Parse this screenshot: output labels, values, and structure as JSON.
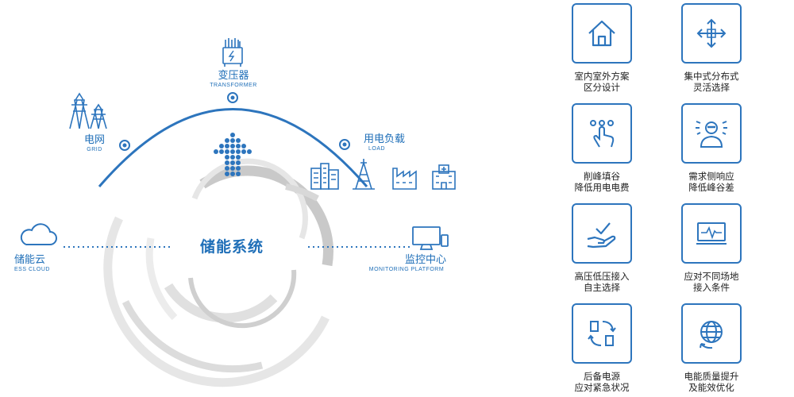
{
  "colors": {
    "primary": "#1f6fb8",
    "arc": "#2d75bd",
    "ring_light": "#e4e4e4",
    "ring_dark": "#c4c4c4",
    "text_dark": "#222222"
  },
  "center": {
    "title": "储能系统"
  },
  "nodes": {
    "grid": {
      "zh": "电网",
      "en": "GRID",
      "icon": "power-tower-icon"
    },
    "transformer": {
      "zh": "变压器",
      "en": "TRANSFORMER",
      "icon": "transformer-icon"
    },
    "load": {
      "zh": "用电负载",
      "en": "LOAD",
      "icon": "buildings-icon"
    },
    "cloud": {
      "zh": "储能云",
      "en": "ESS CLOUD",
      "icon": "cloud-icon"
    },
    "monitor": {
      "zh": "监控中心",
      "en": "MONITORING PLATFORM",
      "icon": "monitor-icon"
    }
  },
  "features": [
    {
      "icon": "house-icon",
      "line1": "室内室外方案",
      "line2": "区分设计"
    },
    {
      "icon": "arrows-expand-icon",
      "line1": "集中式分布式",
      "line2": "灵活选择"
    },
    {
      "icon": "touch-icon",
      "line1": "削峰填谷",
      "line2": "降低用电电费"
    },
    {
      "icon": "person-icon",
      "line1": "需求侧响应",
      "line2": "降低峰谷差"
    },
    {
      "icon": "hand-check-icon",
      "line1": "高压低压接入",
      "line2": "自主选择"
    },
    {
      "icon": "waveform-monitor-icon",
      "line1": "应对不同场地",
      "line2": "接入条件"
    },
    {
      "icon": "backup-cycle-icon",
      "line1": "后备电源",
      "line2": "应对紧急状况"
    },
    {
      "icon": "globe-refresh-icon",
      "line1": "电能质量提升",
      "line2": "及能效优化"
    }
  ]
}
